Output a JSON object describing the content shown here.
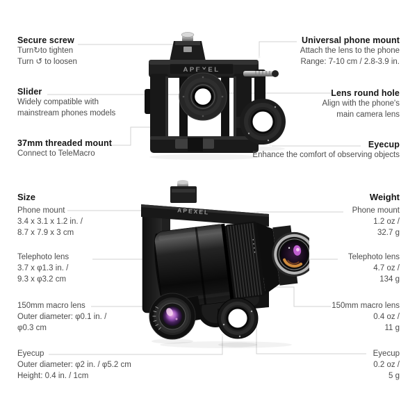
{
  "brand": {
    "logo_text": "APEXEL",
    "logo_color": "#8f8f8f"
  },
  "colors": {
    "background": "#ffffff",
    "text_primary": "#151515",
    "text_secondary": "#4b4b4b",
    "callout_line": "#d2d2d2",
    "lens_flare_amber": "#d8913e",
    "lens_flare_magenta": "#c05fd0",
    "macro_glass_pink": "#cf8ad8"
  },
  "top": {
    "left": [
      {
        "title": "Secure screw",
        "lines": [
          "Turn↻to tighten",
          "Turn ↺ to loosen"
        ]
      },
      {
        "title": "Slider",
        "lines": [
          "Widely compatible with",
          "mainstream phones models"
        ]
      },
      {
        "title": "37mm threaded mount",
        "lines": [
          "Connect to TeleMacro"
        ]
      }
    ],
    "right": [
      {
        "title": "Universal phone mount",
        "lines": [
          "Attach the lens to the phone",
          "Range: 7-10 cm / 2.8-3.9 in."
        ]
      },
      {
        "title": "Lens round hole",
        "lines": [
          "Align with the phone's",
          "main camera lens"
        ]
      },
      {
        "title": "Eyecup",
        "lines": [
          "Enhance the comfort of observing objects"
        ]
      }
    ]
  },
  "bottom": {
    "size": {
      "heading": "Size",
      "items": [
        {
          "name": "Phone mount",
          "lines": [
            "3.4 x 3.1 x 1.2 in. /",
            "8.7 x 7.9 x 3 cm"
          ]
        },
        {
          "name": "Telephoto lens",
          "lines": [
            "3.7 x φ1.3 in. /",
            "9.3 x φ3.2 cm"
          ]
        },
        {
          "name": "150mm macro lens",
          "lines": [
            "Outer diameter: φ0.1 in. /",
            "φ0.3 cm"
          ]
        },
        {
          "name": "Eyecup",
          "lines": [
            "Outer diameter: φ2 in. / φ5.2 cm",
            "Height: 0.4 in. / 1cm"
          ]
        }
      ]
    },
    "weight": {
      "heading": "Weight",
      "items": [
        {
          "name": "Phone mount",
          "lines": [
            "1.2 oz /",
            "32.7 g"
          ]
        },
        {
          "name": "Telephoto lens",
          "lines": [
            "4.7 oz /",
            "134 g"
          ]
        },
        {
          "name": "150mm macro lens",
          "lines": [
            "0.4 oz /",
            "11 g"
          ]
        },
        {
          "name": "Eyecup",
          "lines": [
            "0.2 oz /",
            "5 g"
          ]
        }
      ]
    }
  }
}
